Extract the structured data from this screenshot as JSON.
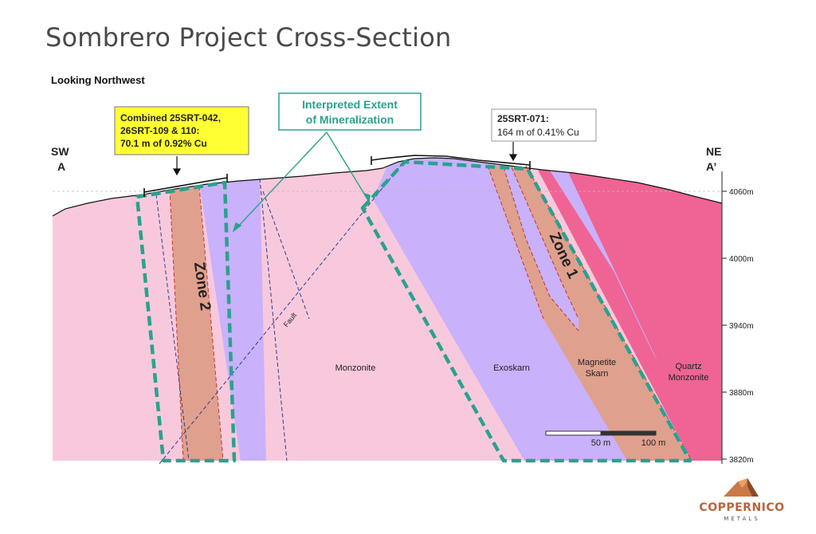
{
  "page": {
    "title": "Sombrero Project Cross-Section",
    "orientation": "Looking Northwest"
  },
  "section_endpoints": {
    "left_direction": "SW",
    "left_label": "A",
    "right_direction": "NE",
    "right_label": "A’"
  },
  "elevation_ticks": [
    "4060m",
    "4000m",
    "3940m",
    "3880m",
    "3820m"
  ],
  "callouts": {
    "combined_holes": {
      "line1": "Combined 25SRT-042,",
      "line2": "26SRT-109 & 110:",
      "line3": "70.1 m of 0.92% Cu"
    },
    "hole_071": {
      "line1": "25SRT-071:",
      "line2": "164 m of 0.41% Cu"
    },
    "interpreted_extent": {
      "line1": "Interpreted Extent",
      "line2": "of Mineralization"
    }
  },
  "zones": {
    "zone2": "Zone 2",
    "zone1": "Zone 1"
  },
  "units": {
    "monzonite": "Monzonite",
    "exoskarn": "Exoskarn",
    "magnetite_skarn_line1": "Magnetite",
    "magnetite_skarn_line2": "Skarn",
    "quartz_monzonite_line1": "Quartz",
    "quartz_monzonite_line2": "Monzonite"
  },
  "fault_label": "Fault",
  "scale_bar": {
    "mid_label": "50 m",
    "end_label": "100 m"
  },
  "logo": {
    "name": "COPPERNICO",
    "sub": "METALS"
  },
  "colors": {
    "monzonite": "#f8c9dc",
    "exoskarn": "#c9b1fb",
    "magnetite_skarn": "#e0a08e",
    "quartz_monzonite": "#ef6494",
    "mineralization_outline": "#2ba18e",
    "callout_yellow": "#ffff33",
    "logo_copper": "#b8643a"
  }
}
